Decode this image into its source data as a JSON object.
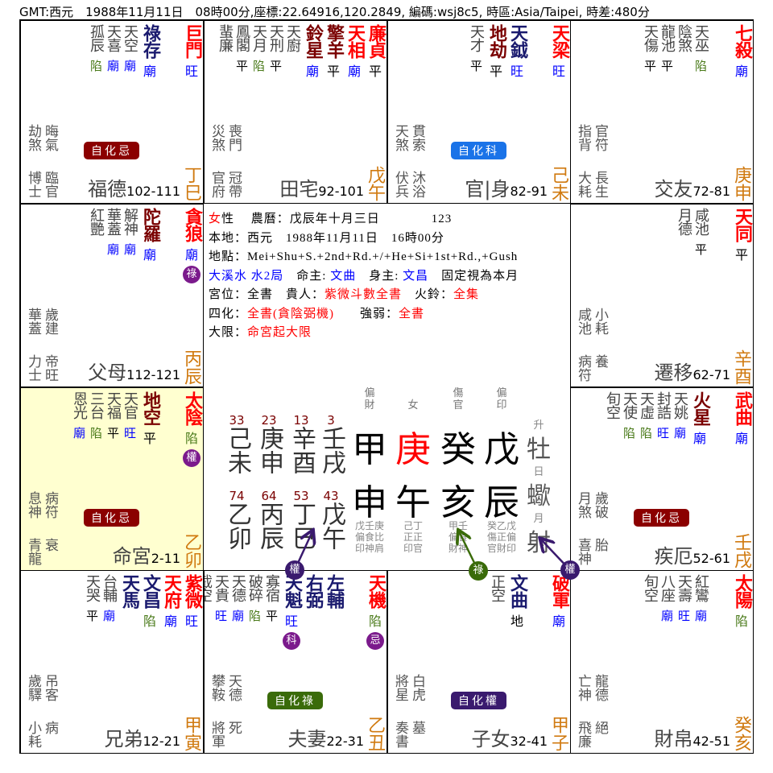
{
  "header": "GMT:西元　1988年11月11日　08時00分,座標:22.64916,120.2849, 編碼:wsj8c5, 時區:Asia/Taipei, 時差:480分",
  "colors": {
    "main": "#ff0000",
    "aux": "#1a1a6e",
    "sha": "#7a0000",
    "miao": "#0000ff",
    "wang": "#0000ff",
    "ping": "#000000",
    "xian": "#4a7a1a",
    "stem": "#d07a10",
    "ji": "#8b0000",
    "ke": "#1a73e8",
    "lu": "#3a6b0a",
    "quan": "#3a1a6e",
    "hua": "#7b1a8c",
    "self_bg": "#ffffd0"
  },
  "palaces": [
    {
      "pos": [
        0,
        0
      ],
      "name": "福德",
      "ages": "102-111",
      "sb": "丁巳",
      "main": [
        {
          "n": "巨門",
          "c": "main",
          "s": "旺"
        }
      ],
      "aux": [
        {
          "n": "祿存",
          "c": "aux",
          "s": "廟"
        }
      ],
      "minor": [
        {
          "n": "天空",
          "s": "廟"
        },
        {
          "n": "天喜",
          "s": "廟"
        },
        {
          "n": "孤辰",
          "s": "陷"
        }
      ],
      "gods": [
        "劫煞",
        "晦氣",
        "博士",
        "臨官"
      ],
      "badge": {
        "t": "自化忌",
        "c": "ji"
      }
    },
    {
      "pos": [
        0,
        1
      ],
      "name": "田宅",
      "ages": "92-101",
      "sb": "戊午",
      "main": [
        {
          "n": "廉貞",
          "c": "main",
          "s": "平"
        },
        {
          "n": "天相",
          "c": "main",
          "s": "廟"
        }
      ],
      "aux": [
        {
          "n": "擎羊",
          "c": "sha",
          "s": "平"
        },
        {
          "n": "鈴星",
          "c": "sha",
          "s": "廟"
        }
      ],
      "minor": [
        {
          "n": "天廚",
          "s": ""
        },
        {
          "n": "天刑",
          "s": "平"
        },
        {
          "n": "天月",
          "s": "陷"
        },
        {
          "n": "鳳閣",
          "s": "平"
        },
        {
          "n": "蜚廉",
          "s": ""
        }
      ],
      "gods": [
        "災煞",
        "喪門",
        "官府",
        "冠帶"
      ]
    },
    {
      "pos": [
        0,
        2
      ],
      "name": "官|身",
      "ages": "82-91",
      "sb": "己未",
      "main": [
        {
          "n": "天梁",
          "c": "main",
          "s": "旺"
        }
      ],
      "aux": [
        {
          "n": "天鉞",
          "c": "aux",
          "s": "旺"
        },
        {
          "n": "地劫",
          "c": "sha",
          "s": "平"
        }
      ],
      "minor": [
        {
          "n": "天才",
          "s": "平"
        }
      ],
      "gods": [
        "天煞",
        "貫索",
        "伏兵",
        "沐浴"
      ],
      "badge": {
        "t": "自化科",
        "c": "ke"
      }
    },
    {
      "pos": [
        0,
        3
      ],
      "name": "交友",
      "ages": "72-81",
      "sb": "庚申",
      "main": [
        {
          "n": "七殺",
          "c": "main",
          "s": "廟"
        }
      ],
      "aux": [],
      "minor": [
        {
          "n": "天巫",
          "s": "陷"
        },
        {
          "n": "陰煞",
          "s": ""
        },
        {
          "n": "龍池",
          "s": "平"
        },
        {
          "n": "天傷",
          "s": "平"
        }
      ],
      "gods": [
        "指背",
        "官符",
        "大耗",
        "長生"
      ]
    },
    {
      "pos": [
        1,
        0
      ],
      "name": "父母",
      "ages": "112-121",
      "sb": "丙辰",
      "main": [
        {
          "n": "貪狼",
          "c": "main",
          "s": "廟",
          "h": "祿"
        }
      ],
      "aux": [
        {
          "n": "陀羅",
          "c": "sha",
          "s": "廟"
        }
      ],
      "minor": [
        {
          "n": "解神",
          "s": "廟"
        },
        {
          "n": "華蓋",
          "s": "廟"
        },
        {
          "n": "紅艷",
          "s": ""
        }
      ],
      "gods": [
        "華蓋",
        "歲建",
        "力士",
        "帝旺"
      ]
    },
    {
      "pos": [
        1,
        3
      ],
      "name": "遷移",
      "ages": "62-71",
      "sb": "辛酉",
      "main": [
        {
          "n": "天同",
          "c": "main",
          "s": "平"
        }
      ],
      "aux": [],
      "minor": [
        {
          "n": "咸池",
          "s": "平"
        },
        {
          "n": "月德",
          "s": ""
        }
      ],
      "gods": [
        "咸池",
        "小耗",
        "病符",
        "養"
      ]
    },
    {
      "pos": [
        2,
        0
      ],
      "self": true,
      "name": "命宮",
      "ages": "2-11",
      "sb": "乙卯",
      "main": [
        {
          "n": "太陰",
          "c": "main",
          "s": "陷",
          "h": "權"
        }
      ],
      "aux": [
        {
          "n": "地空",
          "c": "sha",
          "s": "平"
        }
      ],
      "minor": [
        {
          "n": "天官",
          "s": "旺"
        },
        {
          "n": "天福",
          "s": "平"
        },
        {
          "n": "三台",
          "s": "陷"
        },
        {
          "n": "恩光",
          "s": "廟"
        }
      ],
      "gods": [
        "息神",
        "病符",
        "青龍",
        "衰"
      ],
      "badge": {
        "t": "自化忌",
        "c": "ji"
      }
    },
    {
      "pos": [
        2,
        3
      ],
      "name": "疾厄",
      "ages": "52-61",
      "sb": "壬戌",
      "main": [
        {
          "n": "武曲",
          "c": "main",
          "s": "廟"
        }
      ],
      "aux": [
        {
          "n": "火星",
          "c": "sha",
          "s": "廟"
        }
      ],
      "minor": [
        {
          "n": "天姚",
          "s": "廟"
        },
        {
          "n": "封誥",
          "s": "旺"
        },
        {
          "n": "天虛",
          "s": "陷"
        },
        {
          "n": "天使",
          "s": "陷"
        },
        {
          "n": "旬空",
          "s": ""
        }
      ],
      "gods": [
        "月煞",
        "歲破",
        "喜神",
        "胎"
      ],
      "badge": {
        "t": "自化忌",
        "c": "ji"
      }
    },
    {
      "pos": [
        3,
        0
      ],
      "name": "兄弟",
      "ages": "12-21",
      "sb": "甲寅",
      "main": [
        {
          "n": "紫微",
          "c": "main",
          "s": "旺"
        },
        {
          "n": "天府",
          "c": "main",
          "s": "廟"
        }
      ],
      "aux": [
        {
          "n": "文昌",
          "c": "aux",
          "s": "陷"
        },
        {
          "n": "天馬",
          "c": "aux",
          "s": ""
        }
      ],
      "minor": [
        {
          "n": "台輔",
          "s": "廟"
        },
        {
          "n": "天哭",
          "s": "平"
        }
      ],
      "gods": [
        "歲驛",
        "吊客",
        "小耗",
        "病"
      ]
    },
    {
      "pos": [
        3,
        1
      ],
      "name": "夫妻",
      "ages": "22-31",
      "sb": "乙丑",
      "main": [
        {
          "n": "天機",
          "c": "main",
          "s": "陷",
          "h": "忌"
        }
      ],
      "aux": [
        {
          "n": "左輔",
          "c": "aux",
          "s": ""
        },
        {
          "n": "右弼",
          "c": "aux",
          "s": ""
        },
        {
          "n": "天魁",
          "c": "aux",
          "s": "旺",
          "h": "科"
        }
      ],
      "minor": [
        {
          "n": "寡宿",
          "s": "平"
        },
        {
          "n": "破碎",
          "s": "陷"
        },
        {
          "n": "天德",
          "s": "廟"
        },
        {
          "n": "天貴",
          "s": "旺"
        },
        {
          "n": "截空",
          "s": ""
        }
      ],
      "gods": [
        "攀鞍",
        "天德",
        "將軍",
        "死"
      ],
      "badge": {
        "t": "自化祿",
        "c": "lu"
      }
    },
    {
      "pos": [
        3,
        2
      ],
      "name": "子女",
      "ages": "32-41",
      "sb": "甲子",
      "main": [
        {
          "n": "破軍",
          "c": "main",
          "s": "廟"
        }
      ],
      "aux": [
        {
          "n": "文曲",
          "c": "aux",
          "s": "地"
        }
      ],
      "minor": [
        {
          "n": "正空",
          "s": ""
        }
      ],
      "gods": [
        "將星",
        "白虎",
        "奏書",
        "墓"
      ],
      "badge": {
        "t": "自化權",
        "c": "quan"
      }
    },
    {
      "pos": [
        3,
        3
      ],
      "name": "財帛",
      "ages": "42-51",
      "sb": "癸亥",
      "main": [
        {
          "n": "太陽",
          "c": "main",
          "s": "陷"
        }
      ],
      "aux": [],
      "minor": [
        {
          "n": "紅鸞",
          "s": "廟"
        },
        {
          "n": "天壽",
          "s": "旺"
        },
        {
          "n": "八座",
          "s": "廟"
        },
        {
          "n": "旬空",
          "s": ""
        }
      ],
      "gods": [
        "亡神",
        "龍德",
        "飛廉",
        "絕"
      ]
    }
  ],
  "center": {
    "lines": [
      [
        {
          "t": "女",
          "c": "#ff0000"
        },
        {
          "t": "性　 農曆：戊辰年十月三日　　　　123"
        }
      ],
      [
        {
          "t": "本地：西元　1988年11月11日　16時00分"
        }
      ],
      [
        {
          "t": "地點：Mei+Shu+S.+2nd+Rd.+/+He+Si+1st+Rd.,+Gush"
        }
      ],
      [
        {
          "t": "大溪水 水2局",
          "c": "#0000ff"
        },
        {
          "t": "　命主: "
        },
        {
          "t": "文曲",
          "c": "#0000ff"
        },
        {
          "t": "　身主: "
        },
        {
          "t": "文昌",
          "c": "#0000ff"
        },
        {
          "t": "　固定視為本月"
        }
      ],
      [
        {
          "t": "宮位：全書　貴人："
        },
        {
          "t": "紫微斗數全書",
          "c": "#ff0000"
        },
        {
          "t": "　火鈴："
        },
        {
          "t": "全集",
          "c": "#ff0000"
        }
      ],
      [
        {
          "t": "四化："
        },
        {
          "t": "全書(貪陰弼機)",
          "c": "#ff0000"
        },
        {
          "t": "　　強弱："
        },
        {
          "t": "全書",
          "c": "#ff0000"
        }
      ],
      [
        {
          "t": "大限："
        },
        {
          "t": "命宮起大限",
          "c": "#ff0000"
        }
      ]
    ],
    "dayun": [
      {
        "age": "33",
        "gz": "己未"
      },
      {
        "age": "23",
        "gz": "庚申"
      },
      {
        "age": "13",
        "gz": "辛酉"
      },
      {
        "age": "3",
        "gz": "壬戌"
      },
      {
        "age": "74",
        "gz": "乙卯"
      },
      {
        "age": "64",
        "gz": "丙辰"
      },
      {
        "age": "53",
        "gz": "丁巳"
      },
      {
        "age": "43",
        "gz": "戊午"
      }
    ],
    "pillars": [
      {
        "god": "偏財",
        "stem": "甲",
        "branch": "申",
        "hidden": [
          "戊壬庚",
          "偏食比",
          "印神肩"
        ]
      },
      {
        "god": "女",
        "stem": "庚",
        "branch": "午",
        "hidden": [
          "己丁",
          "正正",
          "印官"
        ],
        "stem_color": "#ff0000"
      },
      {
        "god": "傷官",
        "stem": "癸",
        "branch": "亥",
        "hidden": [
          "甲壬",
          "偏食",
          "財神"
        ]
      },
      {
        "god": "偏印",
        "stem": "戊",
        "branch": "辰",
        "hidden": [
          "癸乙戊",
          "傷正偏",
          "官財印"
        ]
      }
    ],
    "signs": [
      {
        "label": "升",
        "sign": "牡"
      },
      {
        "label": "日",
        "sign": "蠍"
      },
      {
        "label": "月",
        "sign": "射"
      }
    ]
  },
  "flying": [
    {
      "t": "權",
      "c": "quan"
    },
    {
      "t": "祿",
      "c": "lu"
    },
    {
      "t": "權",
      "c": "quan"
    }
  ]
}
